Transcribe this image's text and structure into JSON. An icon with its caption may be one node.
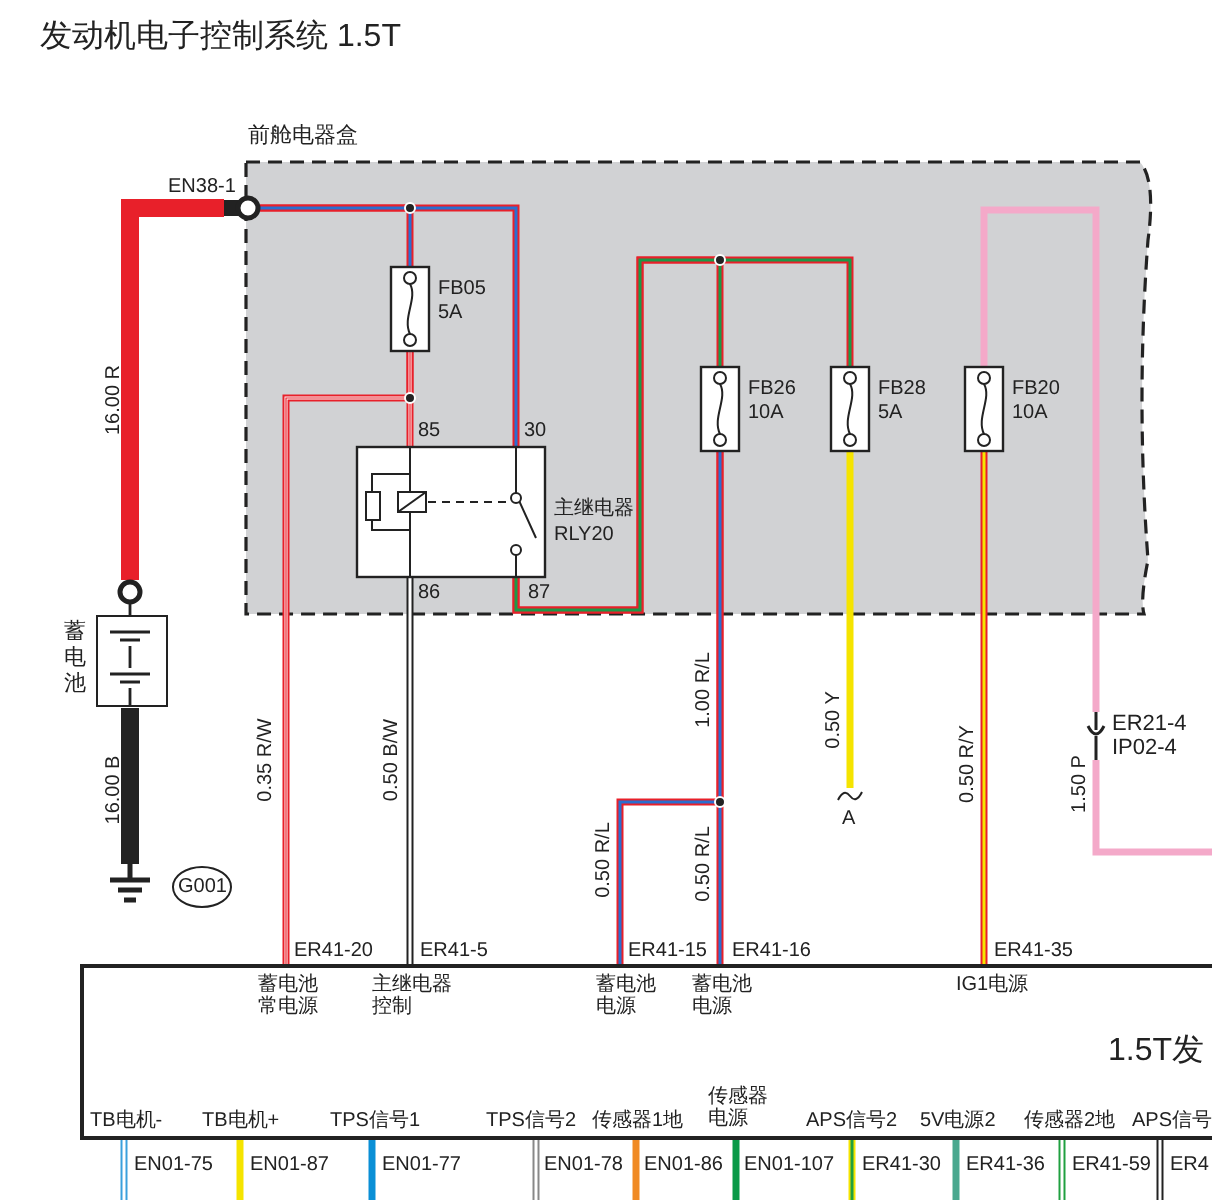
{
  "diagram": {
    "title": "发动机电子控制系统 1.5T",
    "nodes": [
      {
        "text": [
          "前舱电器盒"
        ]
      },
      {
        "text": [
          "EN38-1"
        ]
      },
      {
        "text": [
          "FB05 5A"
        ],
        "in": 0
      },
      {
        "text": [
          "主继电器 RLY20"
        ],
        "in": 0
      },
      {
        "text": [
          "FB26 10A"
        ],
        "in": 0
      },
      {
        "text": [
          "FB28 5A"
        ],
        "in": 0
      },
      {
        "text": [
          "FB20 10A"
        ],
        "in": 0
      },
      {
        "text": [
          "蓄电池"
        ]
      },
      {
        "text": [],
        "shape": "ground",
        "beside": [
          "G001"
        ]
      },
      {
        "text": [
          "A"
        ]
      },
      {
        "text": [
          "ER21-4",
          "IP02-4"
        ]
      },
      {
        "text": [
          "1.5T发"
        ]
      }
    ],
    "edges": [
      {
        "from": 7,
        "to": 1,
        "arrow": "none",
        "label": "16.00 R",
        "style": "thick",
        "color": "#e8202a"
      },
      {
        "from": 8,
        "to": 7,
        "arrow": "none",
        "label": "16.00 B",
        "style": "thick",
        "color": "#222222"
      },
      {
        "from": 1,
        "to": 2,
        "arrow": "none",
        "color": "#e8202a"
      },
      {
        "from": 1,
        "to": 3,
        "arrow": "none",
        "color": "#e8202a"
      },
      {
        "from": 2,
        "to": 3,
        "arrow": "none",
        "color": "#e8202a"
      },
      {
        "from": 2,
        "to": 11,
        "arrow": "none",
        "label": "0.35 R/W",
        "color": "#e8202a"
      },
      {
        "from": 3,
        "to": 11,
        "arrow": "none",
        "label": "0.50 B/W",
        "color": "#222222"
      },
      {
        "from": 3,
        "to": 4,
        "arrow": "none",
        "color": "#e8202a"
      },
      {
        "from": 3,
        "to": 5,
        "arrow": "none",
        "color": "#e8202a"
      },
      {
        "from": 4,
        "to": 11,
        "arrow": "none",
        "label": "0.50 R/L",
        "color": "#e8202a"
      },
      {
        "from": 4,
        "to": 11,
        "arrow": "none",
        "label": "0.50 R/L",
        "color": "#e8202a"
      },
      {
        "from": 5,
        "to": 9,
        "arrow": "none",
        "label": "0.50 Y",
        "color": "#f5e400"
      },
      {
        "from": 6,
        "to": 11,
        "arrow": "none",
        "label": "0.50 R/Y",
        "color": "#e8202a"
      },
      {
        "from": 6,
        "to": 10,
        "arrow": "none",
        "color": "#f4a9c9"
      },
      {
        "from": 10,
        "to": null,
        "arrow": "none",
        "label": "1.50 P",
        "color": "#f4a9c9"
      },
      {
        "from": 11,
        "to": null,
        "arrow": "none",
        "color": "#3aa0dc"
      },
      {
        "from": 11,
        "to": null,
        "arrow": "none",
        "color": "#f5e400"
      },
      {
        "from": 11,
        "to": null,
        "arrow": "none",
        "color": "#0a8fd6"
      },
      {
        "from": 11,
        "to": null,
        "arrow": "none",
        "color": "#888888"
      },
      {
        "from": 11,
        "to": null,
        "arrow": "none",
        "color": "#f08a24"
      },
      {
        "from": 11,
        "to": null,
        "arrow": "none",
        "color": "#0a9a48"
      },
      {
        "from": 11,
        "to": null,
        "arrow": "none",
        "color": "#f5e400"
      },
      {
        "from": 11,
        "to": null,
        "arrow": "none",
        "color": "#4aa88f"
      },
      {
        "from": 11,
        "to": null,
        "arrow": "none",
        "color": "#20a040"
      },
      {
        "from": 11,
        "to": null,
        "arrow": "none",
        "color": "#222222"
      }
    ],
    "labels": [
      "85",
      "30",
      "86",
      "87",
      "1.00 R/L",
      "ER41-20",
      "ER41-5",
      "ER41-15",
      "ER41-16",
      "ER41-35",
      "蓄电池常电源",
      "主继电器控制",
      "蓄电池电源",
      "蓄电池电源",
      "IG1电源",
      "TB电机-",
      "TB电机+",
      "TPS信号1",
      "TPS信号2",
      "传感器1地",
      "传感器电源",
      "APS信号2",
      "5V电源2",
      "传感器2地",
      "APS信号",
      "EN01-75",
      "EN01-87",
      "EN01-77",
      "EN01-78",
      "EN01-86",
      "EN01-107",
      "ER41-30",
      "ER41-36",
      "ER41-59",
      "ER4"
    ]
  }
}
